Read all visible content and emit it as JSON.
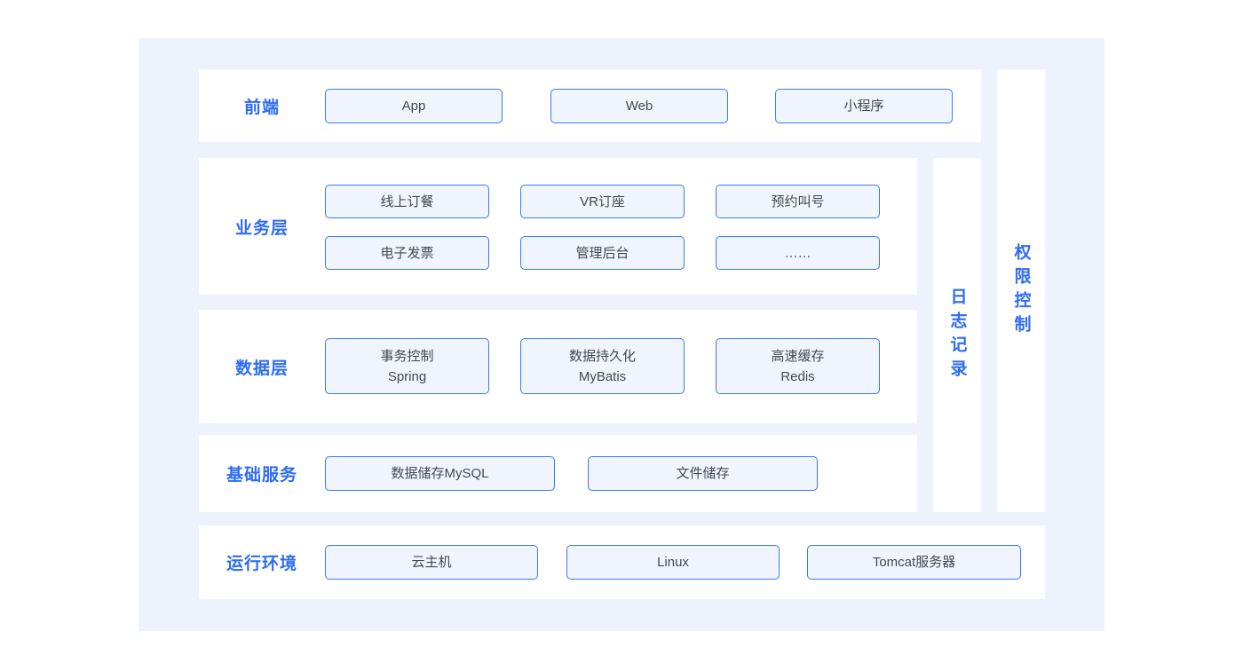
{
  "colors": {
    "page_bg": "#ffffff",
    "panel_bg": "#edf2fc",
    "row_bg": "#ffffff",
    "box_bg": "#f0f4fd",
    "box_border": "#3a7af5",
    "box_text": "#45484d",
    "accent": "#2d6cf2"
  },
  "layers": [
    {
      "label": "前端",
      "boxes": [
        {
          "text": "App"
        },
        {
          "text": "Web"
        },
        {
          "text": "小程序"
        }
      ]
    },
    {
      "label": "业务层",
      "boxes": [
        {
          "text": "线上订餐"
        },
        {
          "text": "VR订座"
        },
        {
          "text": "预约叫号"
        },
        {
          "text": "电子发票"
        },
        {
          "text": "管理后台"
        },
        {
          "text": "……"
        }
      ]
    },
    {
      "label": "数据层",
      "boxes": [
        {
          "text": "事务控制",
          "subtext": "Spring"
        },
        {
          "text": "数据持久化",
          "subtext": "MyBatis"
        },
        {
          "text": "高速缓存",
          "subtext": "Redis"
        }
      ]
    },
    {
      "label": "基础服务",
      "boxes": [
        {
          "text": "数据储存MySQL"
        },
        {
          "text": "文件储存"
        }
      ]
    },
    {
      "label": "运行环境",
      "boxes": [
        {
          "text": "云主机"
        },
        {
          "text": "Linux"
        },
        {
          "text": "Tomcat服务器"
        }
      ]
    }
  ],
  "sidebars": [
    {
      "label": "日志记录"
    },
    {
      "label": "权限控制"
    }
  ]
}
